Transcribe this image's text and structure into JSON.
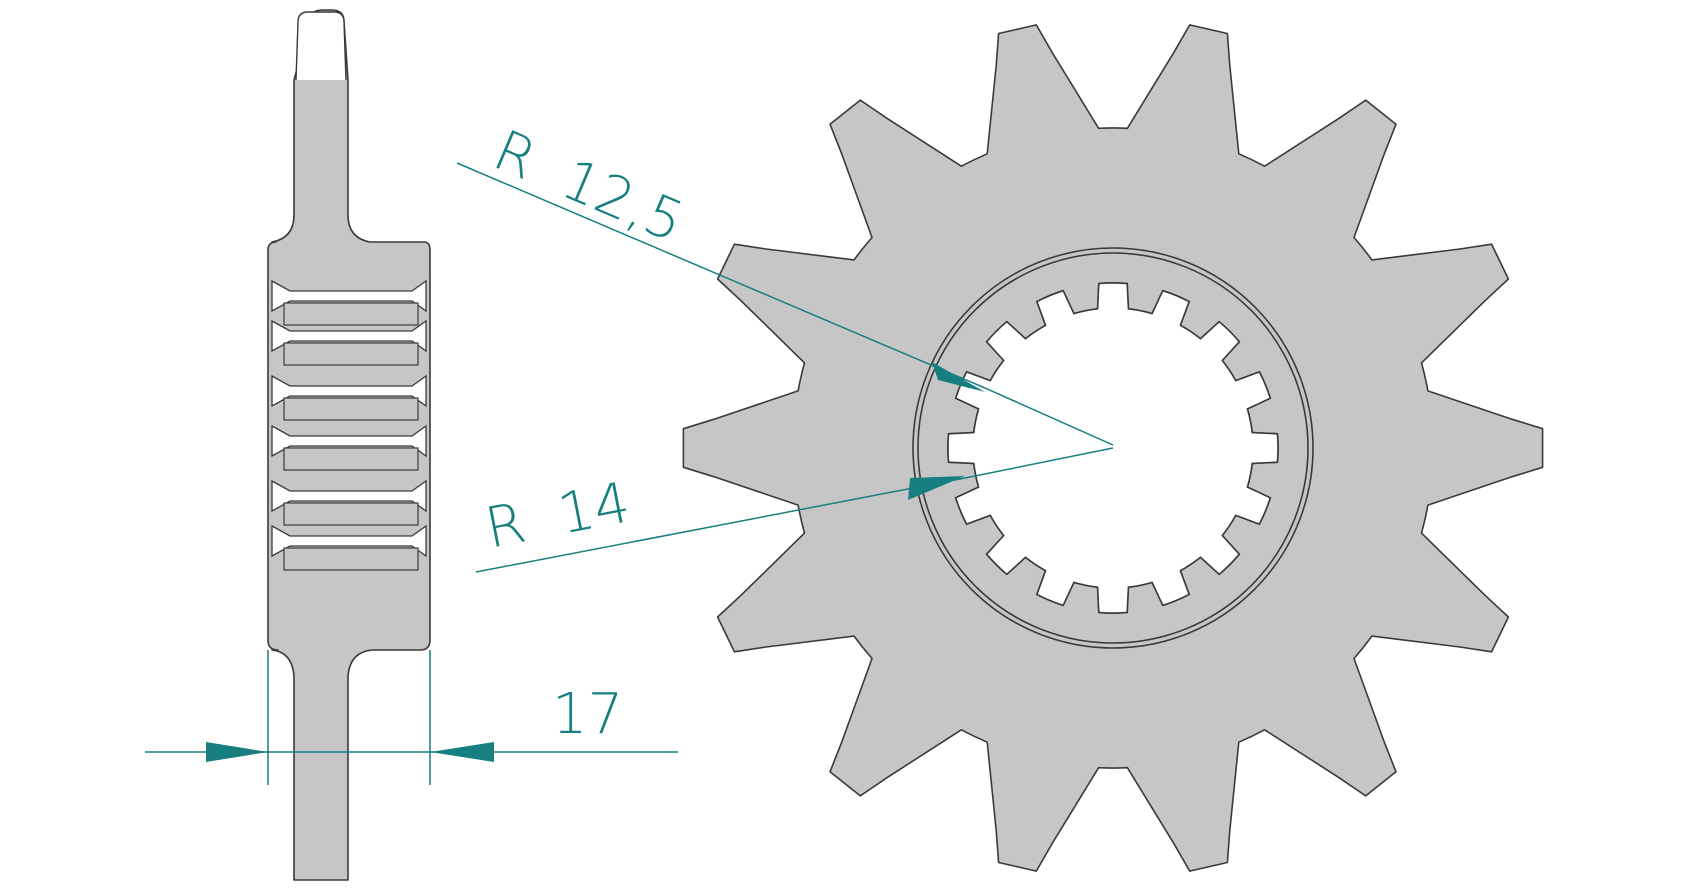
{
  "colors": {
    "part_fill": "#c6c6c6",
    "part_stroke": "#3a3a3a",
    "dimension": "#177f7f",
    "background": "#ffffff"
  },
  "sprocket": {
    "tooth_count": 14,
    "spline_count": 16
  },
  "dimensions": {
    "r_inner_label": "R",
    "r_inner_value": "12,5",
    "r_outer_label": "R",
    "r_outer_value": "14",
    "thickness_value": "17"
  }
}
